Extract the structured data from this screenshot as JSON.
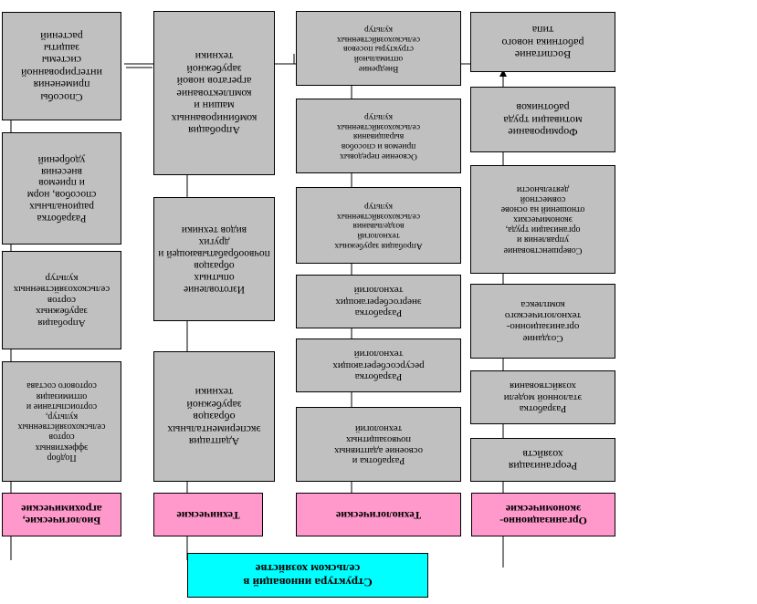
{
  "root": {
    "text": "Структура инноваций в\nсельском хозяйстве"
  },
  "columns": [
    {
      "header": "Организационно-\nэкономические",
      "items": [
        "Реорганизация\nхозяйств",
        "Разработка\nэталонной модели\nхозяйствования",
        "Создание\nорганизационно-\nтехнологического\nкомплекса",
        "Совершенствование\nуправления и\nорганизации труда,\nэкономических\nотношений на основе\nсовместной\nдеятельности",
        "Формирование\nмотивации труда\nработников",
        "Воспитание\nработника нового\nтипа"
      ]
    },
    {
      "header": "Технологические",
      "items": [
        "Разработка и\nосвоение адаптивных\nпочвозащитных\nтехнологий",
        "Разработка\nресурсосберегающих\nтехнологий",
        "Разработка\nэнергосберегающих\nтехнологий",
        "Апробация зарубежных\nтехнологий\nвозделывания\nсельскохозяйственных\nкультур",
        "Освоение передовых\nприемов и способов\nвыращивания\nсельскохозяйственных\nкультур",
        "Внедрение\nоптимальной\nструктуры посевов\nсельскохозяйственных\nкультур"
      ]
    },
    {
      "header": "Технические",
      "items": [
        "Адаптация\nэкспериментальных образцов\nзарубежной\nтехники",
        "Изготовление\nопытных\nобразцов\nпочвообрабатывающей и других\nвидов техники",
        "Апробация\nкомбинированных машин и\nкомплектование агрегатов новой\nзарубежной\nтехники"
      ]
    },
    {
      "header": "Биологические,\nагрохимические",
      "items": [
        "Подбор\nэффективных\nсортов\nсельскохозяйственных культур,\nсортоиспытание и\nоптимизация\nсортового состава",
        "Апробация\nзарубежных\nсортов\nсельскохозяйственных культур",
        "Разработка\nрациональных\nспособов, норм\nи приемов\nвнесения\nудобрений",
        "Способы\nприменения\nинтегрированной системы\nзащиты\nрастений"
      ]
    }
  ]
}
